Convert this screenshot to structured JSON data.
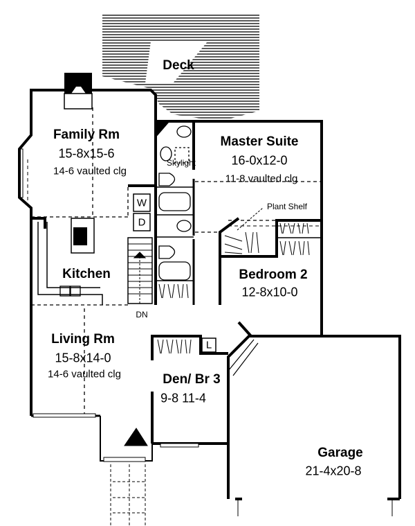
{
  "title": "Floor Plan",
  "colors": {
    "ink": "#000000",
    "paper": "#ffffff"
  },
  "rooms": {
    "deck": {
      "name": "Deck"
    },
    "family": {
      "name": "Family Rm",
      "size": "15-8x15-6",
      "ceiling": "14-6 vaulted clg"
    },
    "master": {
      "name": "Master Suite",
      "size": "16-0x12-0",
      "ceiling": "11-8 vaulted clg"
    },
    "kitchen": {
      "name": "Kitchen"
    },
    "bedroom2": {
      "name": "Bedroom 2",
      "size": "12-8x10-0"
    },
    "living": {
      "name": "Living Rm",
      "size": "15-8x14-0",
      "ceiling": "14-6 vaulted clg"
    },
    "den": {
      "name": "Den/ Br 3",
      "size": "9-8 11-4"
    },
    "garage": {
      "name": "Garage",
      "size": "21-4x20-8"
    }
  },
  "annotations": {
    "skylight": "Skylight",
    "plant_shelf": "Plant Shelf",
    "washer": "W",
    "dryer": "D",
    "stairs_down": "DN",
    "linen": "L"
  }
}
